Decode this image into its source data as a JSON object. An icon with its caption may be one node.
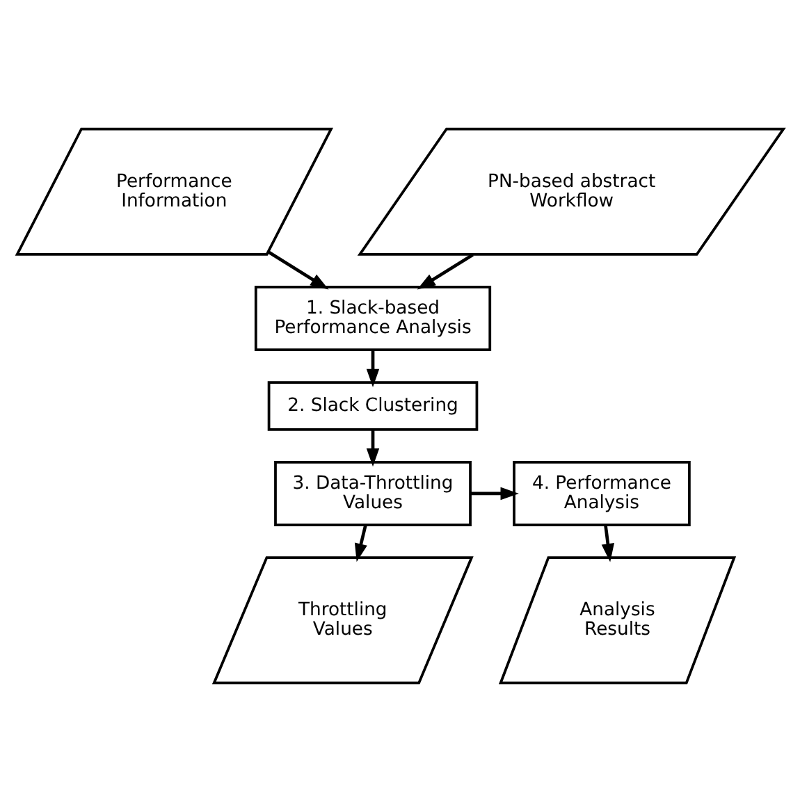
{
  "diagram": {
    "nodes": [
      {
        "text": [
          "Performance Information"
        ]
      },
      {
        "text": [
          "PN-based abstract Workflow"
        ]
      },
      {
        "text": [
          "1. Slack-based Performance Analysis"
        ]
      },
      {
        "text": [
          "2. Slack Clustering"
        ]
      },
      {
        "text": [
          "3. Data-Throttling Values"
        ]
      },
      {
        "text": [
          "4. Performance Analysis"
        ]
      },
      {
        "text": [
          "Throttling Values"
        ]
      },
      {
        "text": [
          "Analysis Results"
        ]
      }
    ],
    "edges": [
      {
        "from": 0,
        "to": 2,
        "arrow": "to"
      },
      {
        "from": 1,
        "to": 2,
        "arrow": "to"
      },
      {
        "from": 2,
        "to": 3,
        "arrow": "to"
      },
      {
        "from": 3,
        "to": 4,
        "arrow": "to"
      },
      {
        "from": 4,
        "to": 5,
        "arrow": "to"
      },
      {
        "from": 4,
        "to": 6,
        "arrow": "to"
      },
      {
        "from": 5,
        "to": 7,
        "arrow": "to"
      }
    ]
  }
}
